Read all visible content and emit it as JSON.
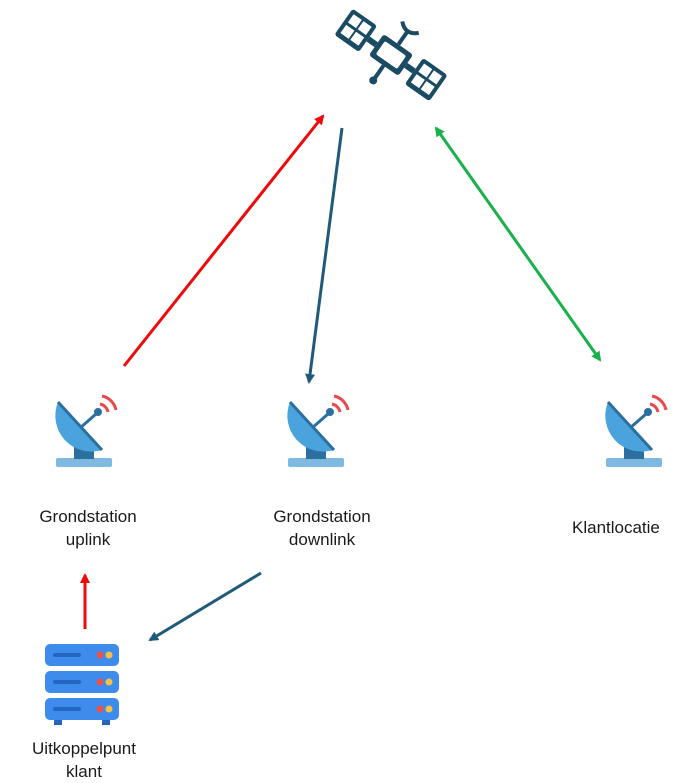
{
  "nodes": {
    "satellite": {
      "icon": "satellite-icon"
    },
    "uplink": {
      "icon": "satellite-dish-icon",
      "label_line1": "Grondstation",
      "label_line2": "uplink"
    },
    "downlink": {
      "icon": "satellite-dish-icon",
      "label_line1": "Grondstation",
      "label_line2": "downlink"
    },
    "customer_site": {
      "icon": "satellite-dish-icon",
      "label_line1": "Klantlocatie"
    },
    "handoff": {
      "icon": "server-stack-icon",
      "label_line1": "Uitkoppelpunt",
      "label_line2": "klant"
    }
  },
  "colors": {
    "uplink_arrow": "#ee0a0a",
    "downlink_arrow": "#1f5a7a",
    "bidirectional_arrow": "#1ab04c",
    "satellite_body": "#1b4a63",
    "dish_blue": "#4aa3dd",
    "dish_dark": "#2a6f9e",
    "signal_red": "#e84a4a",
    "server_blue": "#3d8bea",
    "server_dark": "#2466c0"
  },
  "edges": [
    {
      "from": "uplink",
      "to": "satellite",
      "color_key": "uplink_arrow",
      "direction": "forward"
    },
    {
      "from": "satellite",
      "to": "downlink",
      "color_key": "downlink_arrow",
      "direction": "forward"
    },
    {
      "from": "satellite",
      "to": "customer_site",
      "color_key": "bidirectional_arrow",
      "direction": "both"
    },
    {
      "from": "downlink",
      "to": "handoff",
      "color_key": "downlink_arrow",
      "direction": "forward"
    },
    {
      "from": "handoff",
      "to": "uplink",
      "color_key": "uplink_arrow",
      "direction": "forward"
    }
  ]
}
